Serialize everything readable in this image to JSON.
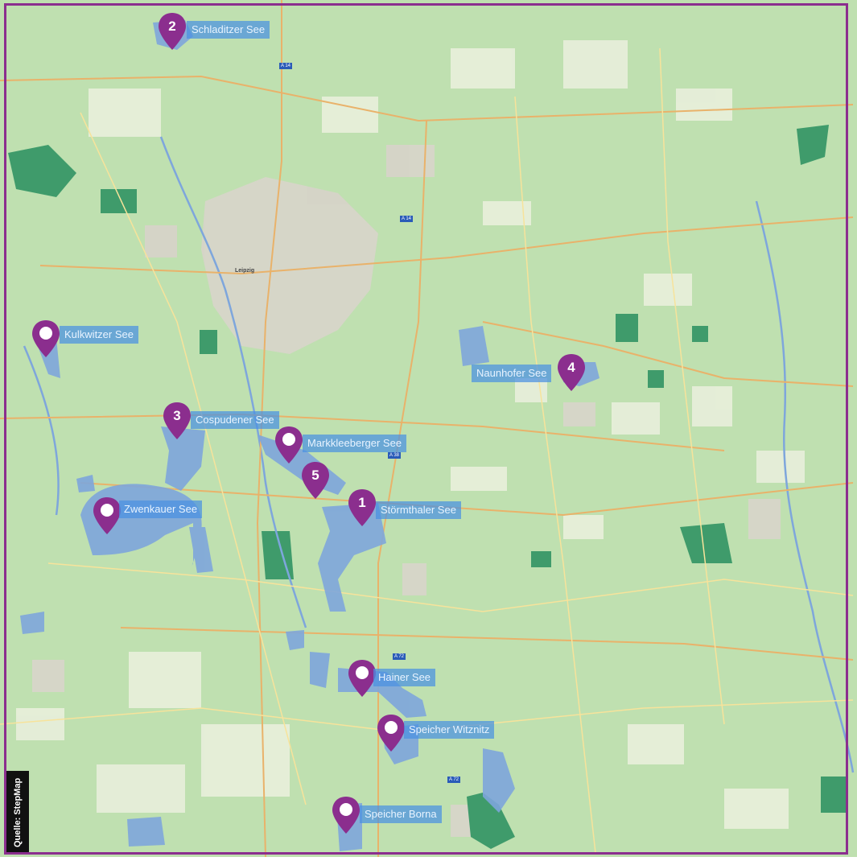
{
  "map": {
    "city_label": "Leipzig",
    "colors": {
      "frame": "#8b2e8e",
      "marker": "#8b2e8e",
      "label_bg": "#4a90e2",
      "land": "#bfe0b0",
      "water": "#7ea6dc",
      "forest": "#3f9b6b"
    },
    "markers": [
      {
        "id": "schladitzer",
        "number": "2",
        "label": "Schladitzer See"
      },
      {
        "id": "kulkwitzer",
        "number": "",
        "label": "Kulkwitzer See"
      },
      {
        "id": "naunhofer",
        "number": "4",
        "label": "Naunhofer See"
      },
      {
        "id": "cospudener",
        "number": "3",
        "label": "Cospudener See"
      },
      {
        "id": "markkleeberger",
        "number": "",
        "label": "Markkleeberger See"
      },
      {
        "id": "marker5",
        "number": "5",
        "label": ""
      },
      {
        "id": "stoermthaler",
        "number": "1",
        "label": "Störmthaler See"
      },
      {
        "id": "zwenkauer",
        "number": "",
        "label": "Zwenkauer See"
      },
      {
        "id": "hainer",
        "number": "",
        "label": "Hainer See"
      },
      {
        "id": "witznitz",
        "number": "",
        "label": "Speicher Witznitz"
      },
      {
        "id": "borna",
        "number": "",
        "label": "Speicher Borna"
      }
    ],
    "source": "Quelle: StepMap"
  }
}
